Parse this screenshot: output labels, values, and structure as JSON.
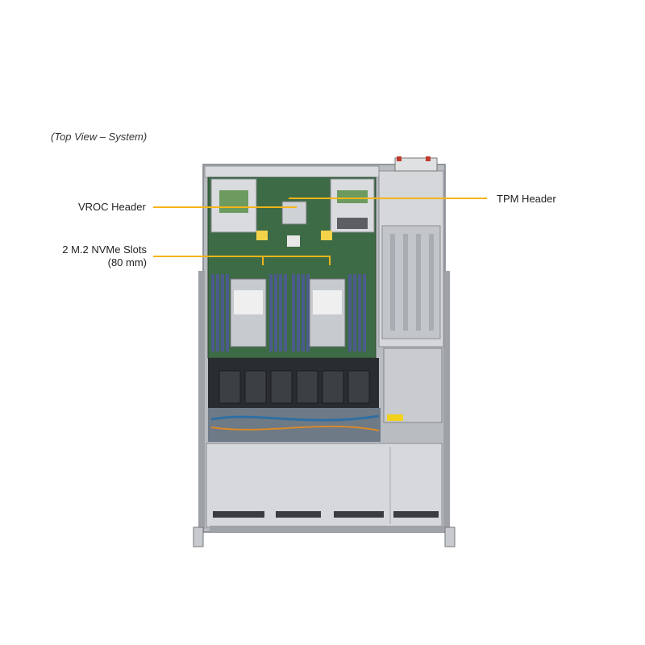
{
  "caption": "(Top View – System)",
  "callouts": {
    "vroc": "VROC Header",
    "tpm": "TPM Header",
    "m2_line1": "2 M.2 NVMe Slots",
    "m2_line2": "(80 mm)"
  },
  "colors": {
    "callout_line": "#f4b41a",
    "board": "#3d6b45",
    "chassis": "#c9ccd0"
  }
}
